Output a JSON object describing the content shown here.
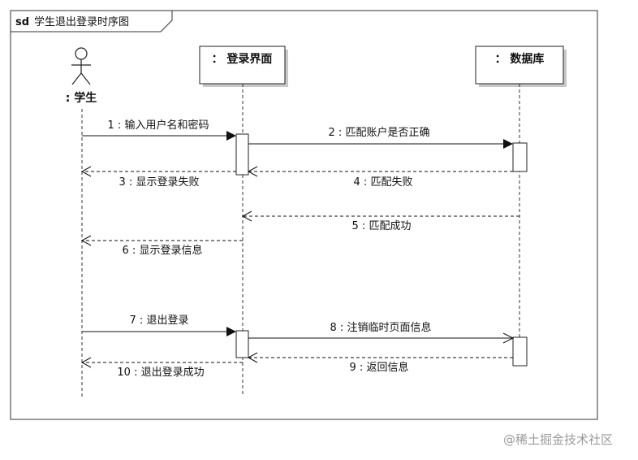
{
  "diagram": {
    "title_keyword": "sd",
    "title": "学生退出登录时序图",
    "participants": {
      "student": ": 学生",
      "login_ui": "： 登录界面",
      "database": "： 数据库"
    },
    "messages": [
      {
        "id": "m1",
        "from": "student",
        "to": "login_ui",
        "kind": "sync",
        "label": "1 : 输入用户名和密码"
      },
      {
        "id": "m2",
        "from": "login_ui",
        "to": "database",
        "kind": "sync",
        "label": "2 : 匹配账户是否正确"
      },
      {
        "id": "m3",
        "from": "login_ui",
        "to": "student",
        "kind": "return",
        "label": "3 : 显示登录失败"
      },
      {
        "id": "m4",
        "from": "database",
        "to": "login_ui",
        "kind": "return",
        "label": "4 : 匹配失败"
      },
      {
        "id": "m5",
        "from": "database",
        "to": "login_ui",
        "kind": "return",
        "label": "5 : 匹配成功"
      },
      {
        "id": "m6",
        "from": "login_ui",
        "to": "student",
        "kind": "return",
        "label": "6 : 显示登录信息"
      },
      {
        "id": "m7",
        "from": "student",
        "to": "login_ui",
        "kind": "sync",
        "label": "7 : 退出登录"
      },
      {
        "id": "m8",
        "from": "login_ui",
        "to": "database",
        "kind": "async",
        "label": "8 : 注销临时页面信息"
      },
      {
        "id": "m9",
        "from": "database",
        "to": "login_ui",
        "kind": "return",
        "label": "9 : 返回信息"
      },
      {
        "id": "m10",
        "from": "login_ui",
        "to": "student",
        "kind": "return",
        "label": "10 : 退出登录成功"
      }
    ]
  },
  "watermark": "@稀土掘金技术社区"
}
